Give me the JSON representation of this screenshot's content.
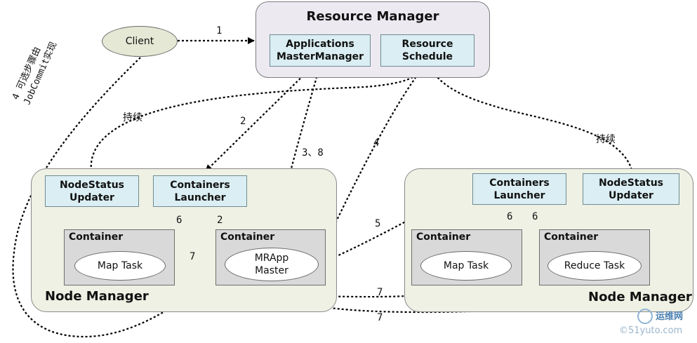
{
  "resource_manager": {
    "title": "Resource Manager",
    "apps_master_manager": "Applications\nMasterManager",
    "resource_schedule": "Resource\nSchedule"
  },
  "client": {
    "label": "Client"
  },
  "node_manager_left": {
    "title": "Node Manager",
    "nodestatus_updater": "NodeStatus\nUpdater",
    "containers_launcher": "Containers\nLauncher",
    "container_1": {
      "title": "Container",
      "task": "Map Task"
    },
    "container_2": {
      "title": "Container",
      "task": "MRApp\nMaster"
    }
  },
  "node_manager_right": {
    "title": "Node Manager",
    "containers_launcher": "Containers\nLauncher",
    "nodestatus_updater": "NodeStatus\nUpdater",
    "container_1": {
      "title": "Container",
      "task": "Map Task"
    },
    "container_2": {
      "title": "Container",
      "task": "Reduce Task"
    }
  },
  "step_labels": {
    "s1": "1",
    "s2": "2",
    "s2b": "2",
    "s38": "3、8",
    "s4": "4",
    "s5": "5",
    "s6a": "6",
    "s6b": "6",
    "s6c": "6",
    "s7a": "7",
    "s7b": "7",
    "s7c": "7"
  },
  "annotations": {
    "continuous_left": "持续",
    "continuous_right": "持续",
    "optional_step": "4 可选步骤由\nJobCommit实现"
  },
  "watermark": {
    "line1": "运维网",
    "line2": "©51yuto.com"
  }
}
